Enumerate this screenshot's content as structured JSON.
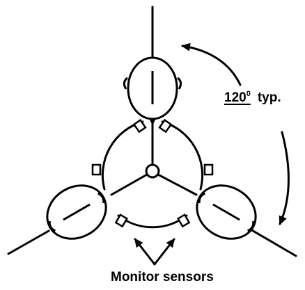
{
  "diagram": {
    "angle_label": {
      "value": "120",
      "superscript": "0",
      "suffix": "typ."
    },
    "sensors_label": "Monitor sensors",
    "colors": {
      "ink": "#000000",
      "background": "#ffffff"
    }
  }
}
